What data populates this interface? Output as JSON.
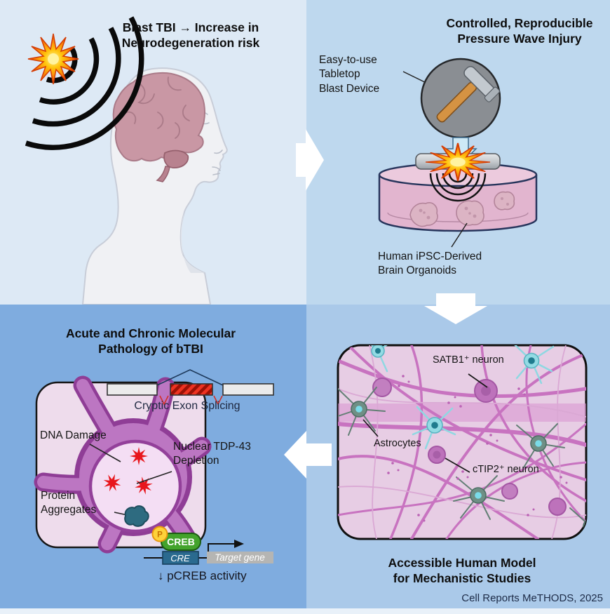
{
  "credit": "Cell Reports MeTHODS, 2025",
  "panels": {
    "blast_tbi": {
      "title_line1": "Blast TBI → Increase in",
      "title_line2": "Neurodegeneration risk"
    },
    "pressure_wave": {
      "title_line1": "Controlled, Reproducible",
      "title_line2": "Pressure Wave Injury",
      "device_label_line1": "Easy-to-use",
      "device_label_line2": "Tabletop",
      "device_label_line3": "Blast Device",
      "organoid_label_line1": "Human iPSC-Derived",
      "organoid_label_line2": "Brain Organoids"
    },
    "pathology": {
      "title_line1": "Acute and Chronic Molecular",
      "title_line2": "Pathology of bTBI",
      "cryptic_exon_label": "Cryptic Exon Splicing",
      "dna_damage_label": "DNA Damage",
      "tdp43_label_line1": "Nuclear TDP-43",
      "tdp43_label_line2": "Depletion",
      "protein_label_line1": "Protein",
      "protein_label_line2": "Aggregates",
      "phospho_label": "P",
      "creb_label": "CREB",
      "cre_label": "CRE",
      "target_gene_label": "Target gene",
      "pcreb_label": "↓ pCREB activity"
    },
    "human_model": {
      "satb1_label": "SATB1⁺ neuron",
      "astrocytes_label": "Astrocytes",
      "ctip2_label": "cTIP2⁺ neuron",
      "caption_line1": "Accessible Human Model",
      "caption_line2": "for Mechanistic Studies"
    }
  },
  "icons": {
    "blast": "starburst-explosion",
    "shockwave": "concentric-arcs",
    "device": "hammer-in-circle",
    "flow": "white-block-arrow"
  },
  "colors": {
    "quad_top_left_bg": "#dde9f5",
    "quad_top_right_bg": "#bed8ee",
    "quad_bottom_left_bg": "#7facdf",
    "quad_bottom_right_bg": "#aac9e9",
    "footer_strip": "#e9f1f9",
    "blast_orange": "#f2600d",
    "brain_pink": "#c997a4",
    "dish_pink": "#e2b5cf",
    "organoid_pink": "#dcb4c4",
    "cell_purple": "#bc76c2",
    "nucleus_pink": "#f4def4",
    "damage_red": "#e8161c",
    "aggregate_teal": "#2e6b80",
    "creb_green": "#43a32c",
    "cre_teal": "#2a6a8f",
    "target_gene_gray": "#b5b5b3"
  }
}
